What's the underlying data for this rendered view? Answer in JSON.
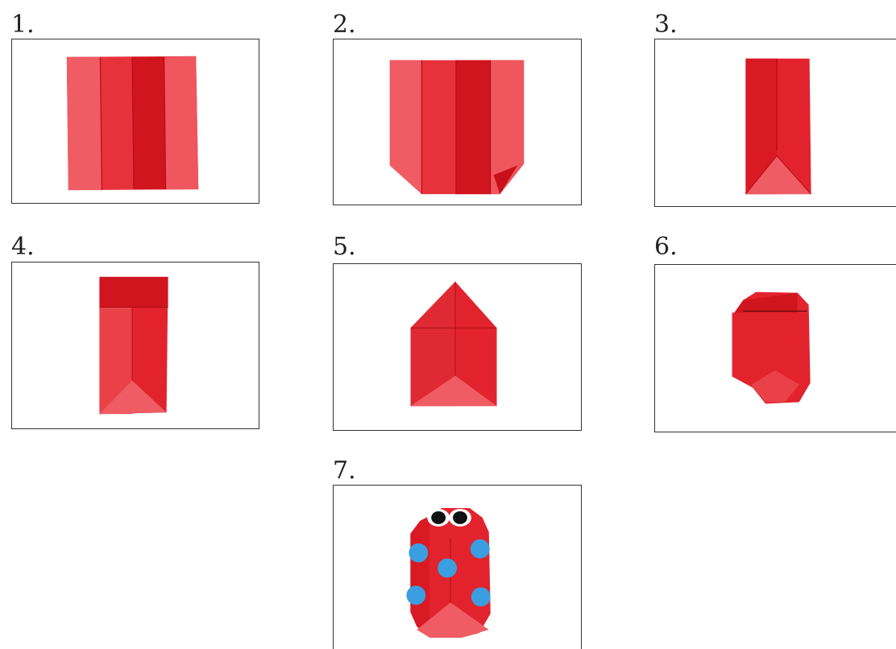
{
  "steps": [
    {
      "label": "1.",
      "icon": "square-paper-with-vertical-folds-icon"
    },
    {
      "label": "2.",
      "icon": "paper-with-bottom-corners-folded-icon"
    },
    {
      "label": "3.",
      "icon": "paper-folded-into-narrow-strip-icon"
    },
    {
      "label": "4.",
      "icon": "strip-with-top-folded-down-icon"
    },
    {
      "label": "5.",
      "icon": "pentagon-roof-fold-icon"
    },
    {
      "label": "6.",
      "icon": "rounded-beetle-body-icon"
    },
    {
      "label": "7.",
      "icon": "finished-ladybug-icon"
    }
  ],
  "colors": {
    "paper_red": "#e2232d",
    "paper_light": "#ef5c63",
    "paper_dark": "#c8101c",
    "spot_blue": "#3b9ee0",
    "eye_black": "#111111",
    "border": "#333333"
  }
}
